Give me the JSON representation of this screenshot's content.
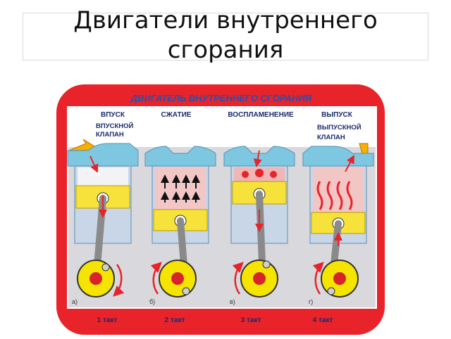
{
  "slide": {
    "title": "Двигатели внутреннего сгорания"
  },
  "diagram": {
    "header": "ДВИГАТЕЛЬ ВНУТРЕННЕГО СГОРАНИЯ",
    "strokes": [
      "ВПУСК",
      "СЖАТИЕ",
      "ВОСПЛАМЕНЕНИЕ",
      "ВЫПУСК"
    ],
    "intake_valve": [
      "ВПУСКНОЙ",
      "КЛАПАН"
    ],
    "exhaust_valve": [
      "ВЫПУСКНОЙ",
      "КЛАПАН"
    ],
    "letters": [
      "а)",
      "б)",
      "в)",
      "г)"
    ],
    "takts": [
      "1 такт",
      "2  такт",
      "3 такт",
      "4  такт"
    ]
  },
  "colors": {
    "frame": "#e8232a",
    "panel": "#d9d9dd",
    "cylinder": "#c8d6e8",
    "head": "#7ec7e0",
    "piston": "#f7e13b",
    "gas": "#f3c6c6",
    "flywheel": "#f5e300",
    "hub": "#d8232a",
    "header_text": "#2b4fa8",
    "label_text": "#1a2a6c"
  }
}
